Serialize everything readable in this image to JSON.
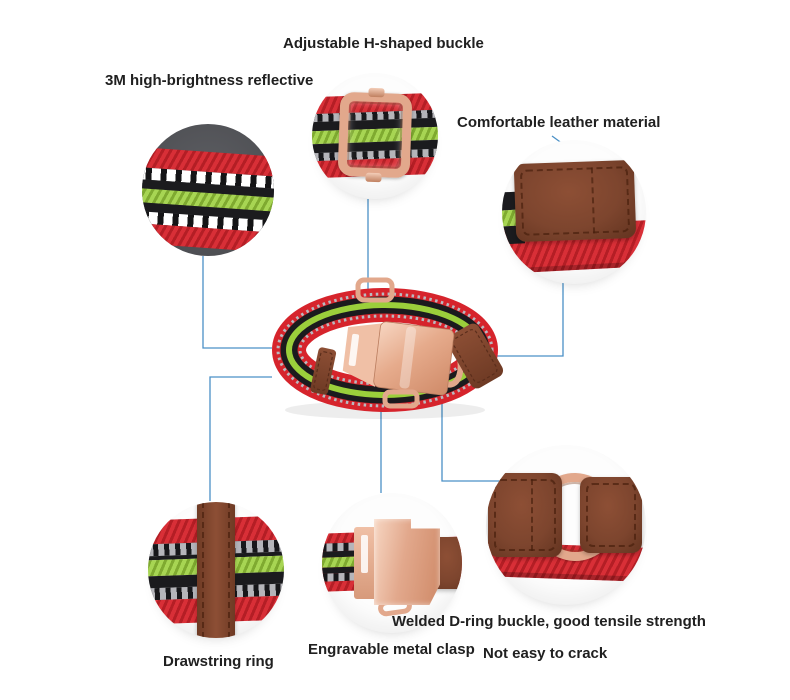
{
  "features": [
    {
      "id": "adjustable-buckle",
      "label": "Adjustable H-shaped buckle"
    },
    {
      "id": "reflective",
      "label": "3M high-brightness reflective"
    },
    {
      "id": "leather-material",
      "label": "Comfortable leather material"
    },
    {
      "id": "drawstring-ring",
      "label": "Drawstring ring"
    },
    {
      "id": "metal-clasp",
      "label": "Engravable metal clasp"
    },
    {
      "id": "d-ring-strength",
      "label": "Welded D-ring buckle, good tensile strength"
    },
    {
      "id": "not-easy-crack",
      "label": "Not easy to crack"
    }
  ],
  "colors": {
    "canvas_bg": "#ffffff",
    "text": "#202020",
    "connector_blue": "#4a90c6",
    "red": "#d6242c",
    "green": "#9bcf3b",
    "stripe_black": "#1b1b1e",
    "reflective_gray": "#b5b5ba",
    "reflective_white": "#ffffff",
    "rose_gold": "#e2a88c",
    "rose_gold_light": "#f3cdb8",
    "rose_gold_dark": "#c08060",
    "leather_brown": "#7d452e",
    "dark_circle_bg": "#55565a"
  }
}
